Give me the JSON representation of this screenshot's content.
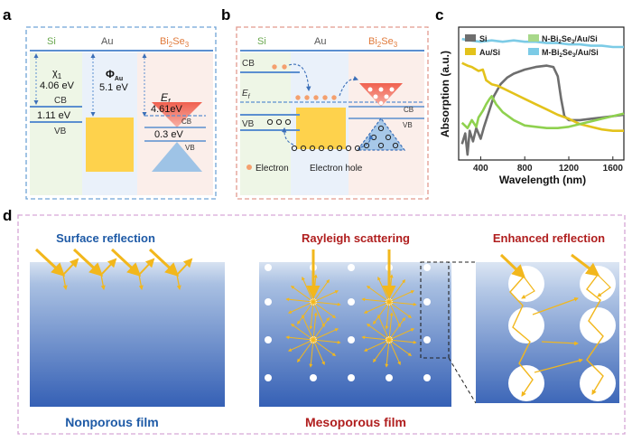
{
  "panel_a": {
    "letter": "a",
    "si": "Si",
    "au": "Au",
    "bise_base": "Bi",
    "bise_sub2": "2",
    "bise_se": "Se",
    "bise_sub3": "3",
    "chi_symbol": "χ",
    "chi_sub": "1",
    "chi_value": "4.06 eV",
    "phi_symbol": "Φ",
    "phi_sub": "Au",
    "phi_value": "5.1 eV",
    "cb": "CB",
    "vb": "VB",
    "gap_si": "1.11 eV",
    "ef_symbol": "E",
    "ef_sub": "f",
    "ef_value": "4.61eV",
    "cb_right": "CB",
    "vb_right": "VB",
    "gap_bise": "0.3 eV"
  },
  "panel_b": {
    "letter": "b",
    "si": "Si",
    "au": "Au",
    "bise_base": "Bi",
    "bise_sub2": "2",
    "bise_se": "Se",
    "bise_sub3": "3",
    "cb": "CB",
    "ef_symbol": "E",
    "ef_sub": "f",
    "vb": "VB",
    "cb_right": "CB",
    "vb_right": "VB",
    "legend_electron": "Electron",
    "legend_hole": "Electron hole"
  },
  "panel_c": {
    "letter": "c",
    "chart_data": {
      "type": "line",
      "xlabel": "Wavelength (nm)",
      "ylabel": "Absorption (a.u.)",
      "xlim": [
        200,
        1700
      ],
      "x_ticks": [
        400,
        800,
        1200,
        1600
      ],
      "legend_placement": "top",
      "series": [
        {
          "name": "Si",
          "color": "#6e6e6e",
          "points": [
            [
              230,
              0.12
            ],
            [
              260,
              0.2
            ],
            [
              280,
              0.04
            ],
            [
              300,
              0.22
            ],
            [
              330,
              0.14
            ],
            [
              360,
              0.24
            ],
            [
              400,
              0.16
            ],
            [
              430,
              0.25
            ],
            [
              470,
              0.35
            ],
            [
              520,
              0.48
            ],
            [
              580,
              0.57
            ],
            [
              640,
              0.62
            ],
            [
              700,
              0.65
            ],
            [
              800,
              0.68
            ],
            [
              900,
              0.7
            ],
            [
              1000,
              0.71
            ],
            [
              1060,
              0.7
            ],
            [
              1100,
              0.63
            ],
            [
              1130,
              0.46
            ],
            [
              1160,
              0.33
            ],
            [
              1200,
              0.3
            ],
            [
              1300,
              0.3
            ],
            [
              1400,
              0.31
            ],
            [
              1500,
              0.32
            ],
            [
              1600,
              0.33
            ],
            [
              1700,
              0.34
            ]
          ]
        },
        {
          "name": "Au/Si",
          "color": "#e3c21b",
          "points": [
            [
              230,
              0.73
            ],
            [
              280,
              0.71
            ],
            [
              320,
              0.7
            ],
            [
              380,
              0.67
            ],
            [
              420,
              0.68
            ],
            [
              450,
              0.6
            ],
            [
              500,
              0.57
            ],
            [
              550,
              0.56
            ],
            [
              600,
              0.54
            ],
            [
              700,
              0.5
            ],
            [
              800,
              0.46
            ],
            [
              900,
              0.42
            ],
            [
              1000,
              0.38
            ],
            [
              1100,
              0.34
            ],
            [
              1200,
              0.31
            ],
            [
              1300,
              0.27
            ],
            [
              1400,
              0.25
            ],
            [
              1500,
              0.23
            ],
            [
              1600,
              0.22
            ],
            [
              1700,
              0.22
            ]
          ]
        },
        {
          "name": "N-Bi2Se3/Au/Si",
          "color": "#8fd14f",
          "points": [
            [
              230,
              0.28
            ],
            [
              280,
              0.24
            ],
            [
              320,
              0.3
            ],
            [
              360,
              0.25
            ],
            [
              380,
              0.32
            ],
            [
              420,
              0.37
            ],
            [
              450,
              0.42
            ],
            [
              480,
              0.46
            ],
            [
              500,
              0.48
            ],
            [
              540,
              0.42
            ],
            [
              600,
              0.36
            ],
            [
              700,
              0.3
            ],
            [
              800,
              0.26
            ],
            [
              900,
              0.25
            ],
            [
              1000,
              0.24
            ],
            [
              1100,
              0.24
            ],
            [
              1200,
              0.25
            ],
            [
              1300,
              0.27
            ],
            [
              1400,
              0.29
            ],
            [
              1500,
              0.31
            ],
            [
              1600,
              0.33
            ],
            [
              1700,
              0.35
            ]
          ]
        },
        {
          "name": "M-Bi2Se3/Au/Si",
          "color": "#7ccbe6",
          "points": [
            [
              230,
              0.91
            ],
            [
              300,
              0.9
            ],
            [
              400,
              0.89
            ],
            [
              500,
              0.9
            ],
            [
              600,
              0.89
            ],
            [
              700,
              0.9
            ],
            [
              800,
              0.89
            ],
            [
              900,
              0.89
            ],
            [
              1000,
              0.88
            ],
            [
              1100,
              0.88
            ],
            [
              1200,
              0.87
            ],
            [
              1300,
              0.87
            ],
            [
              1400,
              0.86
            ],
            [
              1500,
              0.86
            ],
            [
              1600,
              0.85
            ],
            [
              1700,
              0.85
            ]
          ]
        }
      ],
      "legend_labels": {
        "si": "Si",
        "au_si": "Au/Si",
        "n_bise_pre": "N-Bi",
        "n_bise_s2": "2",
        "n_bise_mid": "Se",
        "n_bise_s3": "3",
        "n_bise_post": "/Au/Si",
        "m_bise_pre": "M-Bi",
        "m_bise_s2": "2",
        "m_bise_mid": "Se",
        "m_bise_s3": "3",
        "m_bise_post": "/Au/Si"
      }
    }
  },
  "panel_d": {
    "letter": "d",
    "surface_reflection": "Surface reflection",
    "rayleigh": "Rayleigh scattering",
    "enhanced": "Enhanced reflection",
    "nonporous": "Nonporous film",
    "mesoporous": "Mesoporous film"
  },
  "colors": {
    "arrow": "#f2b71c",
    "film_top": "#c9d8ec",
    "film_bottom": "#3560b5",
    "blue_title": "#1e5aa6",
    "red_title": "#b01e1e",
    "panel_a_border": "#6fa3d6",
    "panel_b_border": "#e29a8e",
    "panel_d_border": "#d6a6d6"
  }
}
